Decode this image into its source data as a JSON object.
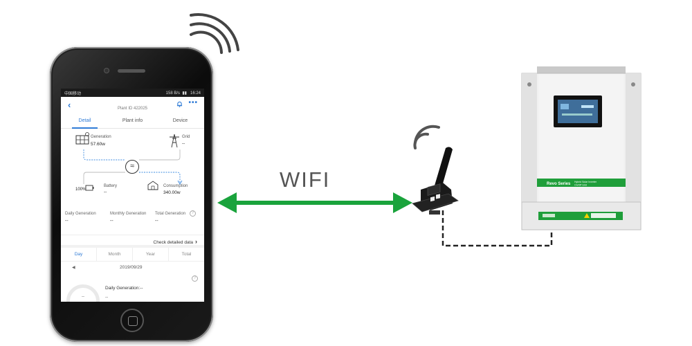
{
  "phone": {
    "status_bar": {
      "carrier": "中国移动",
      "speed": "158 B/s",
      "time": "16:24"
    },
    "app": {
      "plant_id": "Plant ID 422025",
      "tabs": [
        {
          "label": "Detail",
          "active": true
        },
        {
          "label": "Plant info",
          "active": false
        },
        {
          "label": "Device",
          "active": false
        }
      ],
      "flow": {
        "generation": {
          "label": "Generation",
          "value": "57.60w",
          "icon": "solar-panel-icon"
        },
        "grid": {
          "label": "Grid",
          "value": "--",
          "icon": "power-tower-icon"
        },
        "battery": {
          "label": "Battery",
          "value": "--",
          "percent": "100%",
          "icon": "battery-icon"
        },
        "consumption": {
          "label": "Consumption",
          "value": "340.00w",
          "icon": "home-icon"
        }
      },
      "stats": [
        {
          "label": "Daily Generation",
          "value": "--"
        },
        {
          "label": "Monthly Generation",
          "value": "--"
        },
        {
          "label": "Total Generation",
          "value": "--"
        }
      ],
      "check_detailed": "Check detailed data",
      "periods": [
        {
          "label": "Day",
          "active": true
        },
        {
          "label": "Month",
          "active": false
        },
        {
          "label": "Year",
          "active": false
        },
        {
          "label": "Total",
          "active": false
        }
      ],
      "date": "2019/09/29",
      "daily_generation": "Daily Generation:--",
      "daily_sub": "--",
      "gauge_value": "--"
    }
  },
  "link": {
    "label": "WIFI",
    "color": "#1aa33c"
  },
  "inverter": {
    "series": "Revo Series",
    "subtitle": "Hybrid Solar Inverter",
    "subtitle2": "On/Off Grid",
    "brand_color": "#1f9e3a"
  }
}
